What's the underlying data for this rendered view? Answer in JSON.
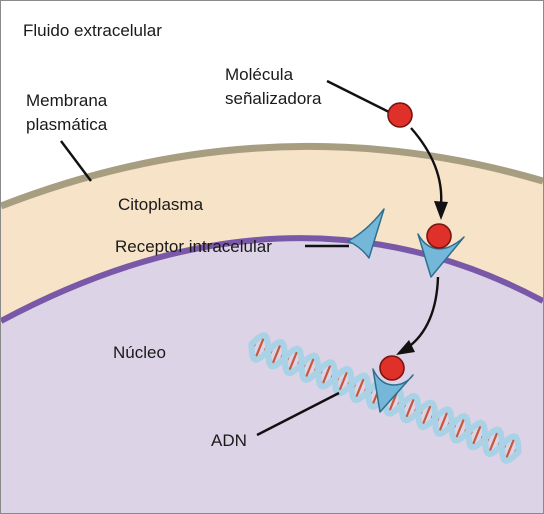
{
  "labels": {
    "extracellular": "Fluido extracelular",
    "signal_molecule_line1": "Molécula",
    "signal_molecule_line2": "señalizadora",
    "membrane_line1": "Membrana",
    "membrane_line2": "plasmática",
    "cytoplasm": "Citoplasma",
    "receptor": "Receptor intracelular",
    "nucleus": "Núcleo",
    "dna": "ADN"
  },
  "colors": {
    "extracellular": "#ffffff",
    "cytoplasm": "#f7e3c7",
    "plasma_membrane": "#a79e82",
    "nucleus": "#dcd3e6",
    "nuclear_membrane": "#7a58a8",
    "signal_molecule": "#e0302a",
    "receptor": "#75b7d8",
    "dna_strand": "#a9d2e6",
    "dna_rung": "#c45a3c"
  },
  "icons": {
    "signal_molecule": "red-circle",
    "receptor": "blue-wedge"
  }
}
